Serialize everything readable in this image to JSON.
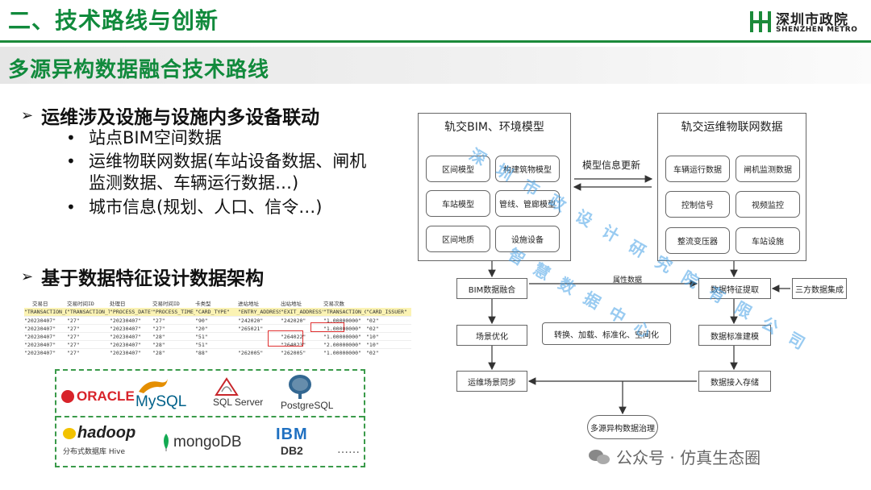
{
  "header": {
    "title": "二、技术路线与创新",
    "logo_cn": "深圳市政院",
    "logo_en": "SHENZHEN METRO"
  },
  "section_title": "多源异构数据融合技术路线",
  "bullets": {
    "b1": "运维涉及设施与设施内多设备联动",
    "b1_items": [
      "站点BIM空间数据",
      "运维物联网数据(车站设备数据、闸机",
      "监测数据、车辆运行数据…)",
      "城市信息(规划、人口、信令…)"
    ],
    "b2": "基于数据特征设计数据架构"
  },
  "table": {
    "cn_headers": [
      "交易日",
      "交易时间ID",
      "处理日",
      "交易时间ID",
      "卡类型",
      "进站地址",
      "出站地址",
      "交易次数",
      ""
    ],
    "en_headers": [
      "\"TRANSACTION_DAT",
      "\"TRANSACTION_TIME_I",
      "\"PROCESS_DATE\"",
      "\"PROCESS_TIME_ID\"",
      "\"CARD_TYPE\"",
      "\"ENTRY_ADDRESS\"",
      "\"EXIT_ADDRESS\"",
      "\"TRANSACTION_CN",
      "\"CARD_ISSUER\""
    ],
    "rows": [
      [
        "\"20230407\"",
        "\"27\"",
        "\"20230407\"",
        "\"27\"",
        "\"90\"",
        "\"242020\"",
        "\"242020\"",
        "\"1.00000000\"",
        "\"02\""
      ],
      [
        "\"20230407\"",
        "\"27\"",
        "\"20230407\"",
        "\"27\"",
        "\"20\"",
        "\"265021\"",
        "",
        "\"1.00000000\"",
        "\"02\""
      ],
      [
        "\"20230407\"",
        "\"27\"",
        "\"20230407\"",
        "\"28\"",
        "\"51\"",
        "",
        "\"264022\"",
        "\"1.00000000\"",
        "\"10\""
      ],
      [
        "\"20230407\"",
        "\"27\"",
        "\"20230407\"",
        "\"28\"",
        "\"51\"",
        "",
        "\"264023\"",
        "\"2.00000000\"",
        "\"10\""
      ],
      [
        "\"20230407\"",
        "\"27\"",
        "\"20230407\"",
        "\"28\"",
        "\"88\"",
        "\"262005\"",
        "\"262005\"",
        "\"1.00000000\"",
        "\"02\""
      ]
    ]
  },
  "db_logos": {
    "oracle": "ORACLE",
    "mysql": "MySQL",
    "sqlserver": "SQL Server",
    "postgres": "PostgreSQL",
    "hadoop": "hadoop",
    "hadoop_sub": "分布式数据库 Hive",
    "mongodb": "mongoDB",
    "ibm": "IBM",
    "db2": "DB2",
    "more": "……"
  },
  "diagram": {
    "left_panel_title": "轨交BIM、环境模型",
    "right_panel_title": "轨交运维物联网数据",
    "left_items": [
      "区间模型",
      "构建筑物模型",
      "车站模型",
      "管线、管廊模型",
      "区间地质",
      "设施设备"
    ],
    "right_items": [
      "车辆运行数据",
      "闸机监测数据",
      "控制信号",
      "视频监控",
      "整流变压器",
      "车站设施"
    ],
    "arrow_label": "模型信息更新",
    "attr_label": "属性数据",
    "bim_fusion": "BIM数据融合",
    "feature_extract": "数据特征提取",
    "third_party": "三方数据集成",
    "scene_opt": "场景优化",
    "transform": "转换、加载、标准化、空间化",
    "standardize": "数据标准建模",
    "scene_sync": "运维场景同步",
    "storage": "数据接入存储",
    "governance": "多源异构数据治理"
  },
  "watermark": {
    "line1": "深圳市政设计研究院有限公司",
    "line2": "智慧数据中心"
  },
  "wechat_label": "公众号 · 仿真生态圈",
  "colors": {
    "brand_green": "#118a3c",
    "watermark_blue": "#46a0e6"
  }
}
